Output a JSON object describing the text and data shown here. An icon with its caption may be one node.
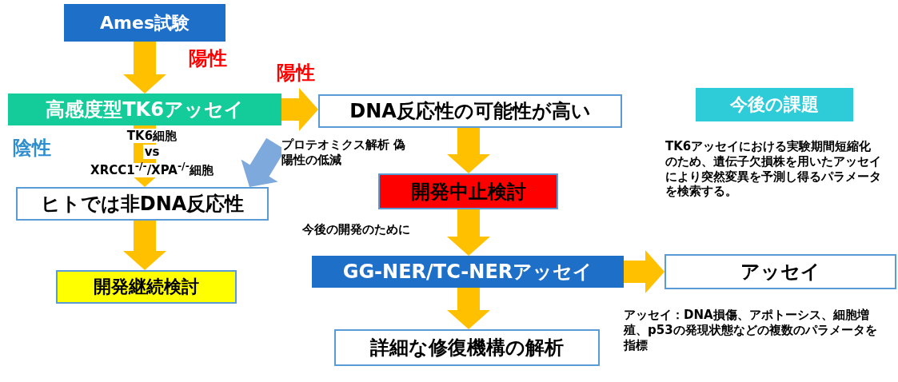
{
  "diagram": {
    "nodes": [
      {
        "text": [
          "Ames試験"
        ]
      },
      {
        "text": [
          "高感度型TK6アッセイ"
        ]
      },
      {
        "text": [
          "DNA反応性の可能性が高い"
        ]
      },
      {
        "text": [
          "ヒトでは非DNA反応性"
        ]
      },
      {
        "text": [
          "開発継続検討"
        ]
      },
      {
        "text": [
          "開発中止検討"
        ]
      },
      {
        "text": [
          "GG-NER/TC-NERアッセイ"
        ]
      },
      {
        "text": [
          "アッセイ"
        ],
        "beside": [
          "アッセイ：DNA損傷、アポトーシス、細胞増殖、p53の発現状態などの複数のパラメータを指標"
        ]
      },
      {
        "text": [
          "詳細な修復機構の解析"
        ]
      },
      {
        "text": [
          "今後の課題"
        ],
        "beside": [
          "TK6アッセイにおける実験期間短縮化のため、遺伝子欠損株を用いたアッセイにより突然変異を予測し得るパラメータを検索する。"
        ]
      }
    ],
    "edges": [
      {
        "from": 0,
        "to": 1,
        "arrow": "to",
        "label": "陽性"
      },
      {
        "from": 1,
        "to": 2,
        "arrow": "to",
        "label": "陽性"
      },
      {
        "from": 1,
        "to": 3,
        "arrow": "to",
        "label": "TK6細胞 vs XRCC1$^{-/-}$/XPA$^{-/-}$細胞"
      },
      {
        "from": 3,
        "to": 4,
        "arrow": "to"
      },
      {
        "from": 2,
        "to": 5,
        "arrow": "to"
      },
      {
        "from": 5,
        "to": 6,
        "arrow": "to",
        "label": "今後の開発のために"
      },
      {
        "from": 6,
        "to": 8,
        "arrow": "to"
      },
      {
        "from": 6,
        "to": 7,
        "arrow": "to"
      },
      {
        "from": null,
        "to": 3,
        "arrow": "to",
        "color": "#7ea9dc",
        "label": "プロテオミクス解析 偽陽性の低減"
      }
    ],
    "labels": [
      "陰性"
    ]
  }
}
